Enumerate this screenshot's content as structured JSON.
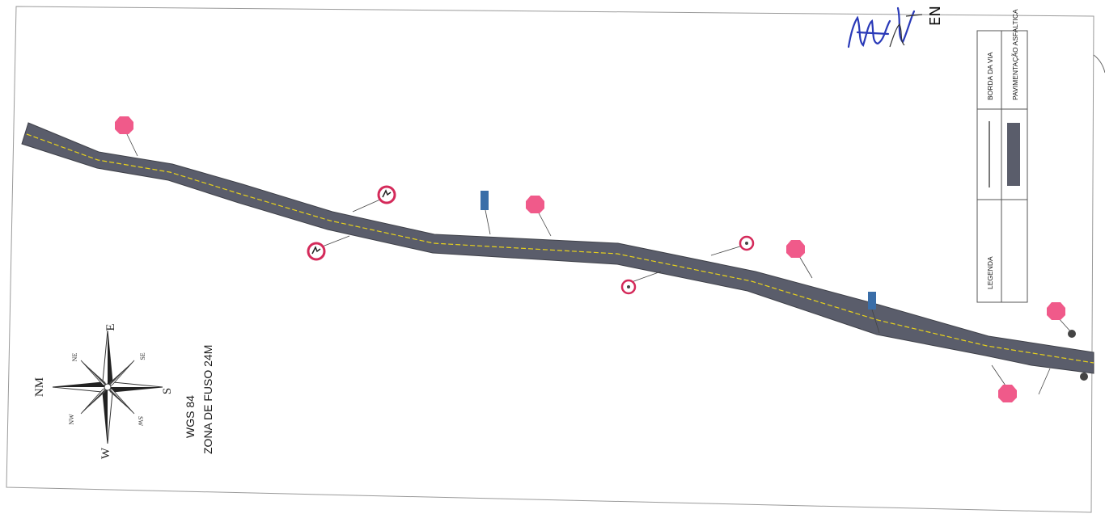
{
  "map": {
    "datum_line1": "WGS 84",
    "datum_line2": "ZONA DE FUSO 24M",
    "road_color": "#5a5d6b",
    "centerline_color": "#e8d21c",
    "stop_sign_color": "#f05a8a",
    "marker_color": "#3a6ea8"
  },
  "legend": {
    "title": "LEGENDA",
    "items": [
      {
        "label": "BORDA DA VIA",
        "symbol": "line"
      },
      {
        "label": "PAVIMENTAÇÃO ASFALTICA",
        "symbol": "fill"
      }
    ]
  },
  "compass": {
    "n": "NM",
    "s": "S",
    "e": "E",
    "w": "W",
    "ne": "NE",
    "se": "SE",
    "sw": "SW",
    "nw": "NW"
  },
  "signature": {
    "partial_text": "EN"
  }
}
